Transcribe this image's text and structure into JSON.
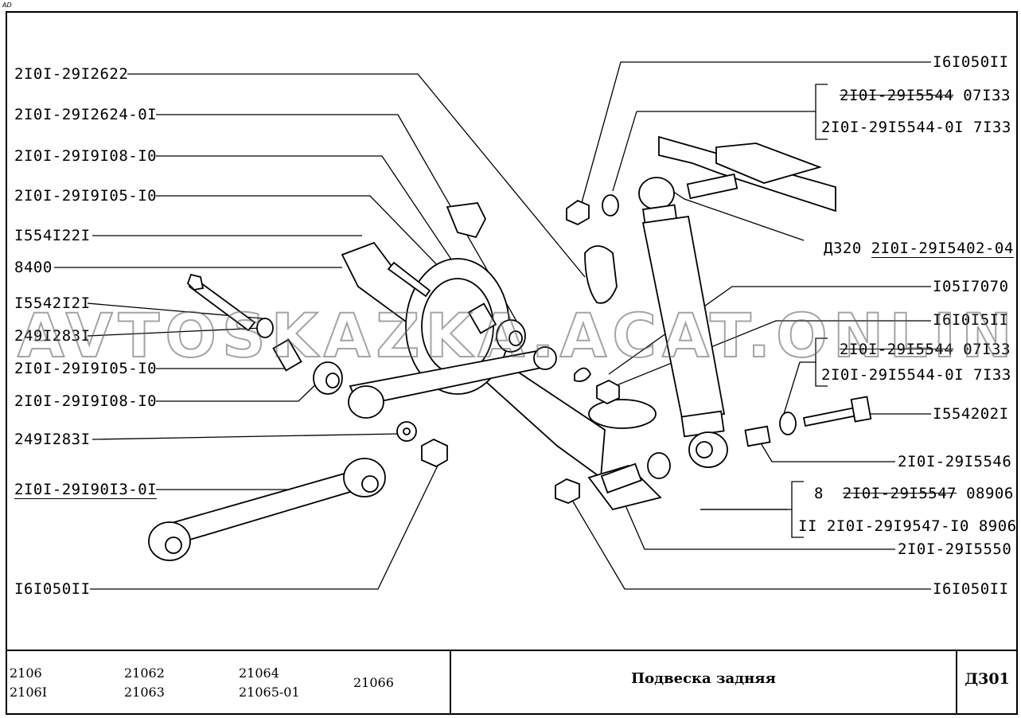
{
  "corner_mark": "AD",
  "watermark": "AVTOSKAZKA.ACAT.ONLINE",
  "labels": {
    "l1": "2I0I-29I2622",
    "l2": "2I0I-29I2624-0I",
    "l3": "2I0I-29I9I08-I0",
    "l4": "2I0I-29I9I05-I0",
    "l5": "I554I22I",
    "l6": "8400",
    "l7": "I5542I2I",
    "l8": "249I283I",
    "l9": "2I0I-29I9I05-I0",
    "l10": "2I0I-29I9I08-I0",
    "l11": "249I283I",
    "l12": "2I0I-29I90I3-0I",
    "l13": "I6I050II",
    "r1": "I6I050II",
    "r2a": "2I0I-29I5544",
    "r2a_suffix": "07I33",
    "r2b": "2I0I-29I5544-0I  7I33",
    "r3_prefix": "Д320",
    "r3": "2I0I-29I5402-04",
    "r4": "I05I7070",
    "r5": "I6I0I5II",
    "r6a": "2I0I-29I5544",
    "r6a_suffix": "07I33",
    "r6b": "2I0I-29I5544-0I  7I33",
    "r7": "I554202I",
    "r8": "2I0I-29I5546",
    "r9_qty": "8",
    "r9a": "2I0I-29I5547",
    "r9a_suffix": "08906",
    "r9b": "II 2I0I-29I9547-I0 8906",
    "r10": "2I0I-29I5550",
    "r11": "I6I050II"
  },
  "title_block": {
    "models": [
      "2106",
      "2106I",
      "21062",
      "21063",
      "21064",
      "21065-01",
      "21066"
    ],
    "title": "Подвеска задняя",
    "sheet_code": "Д301"
  }
}
